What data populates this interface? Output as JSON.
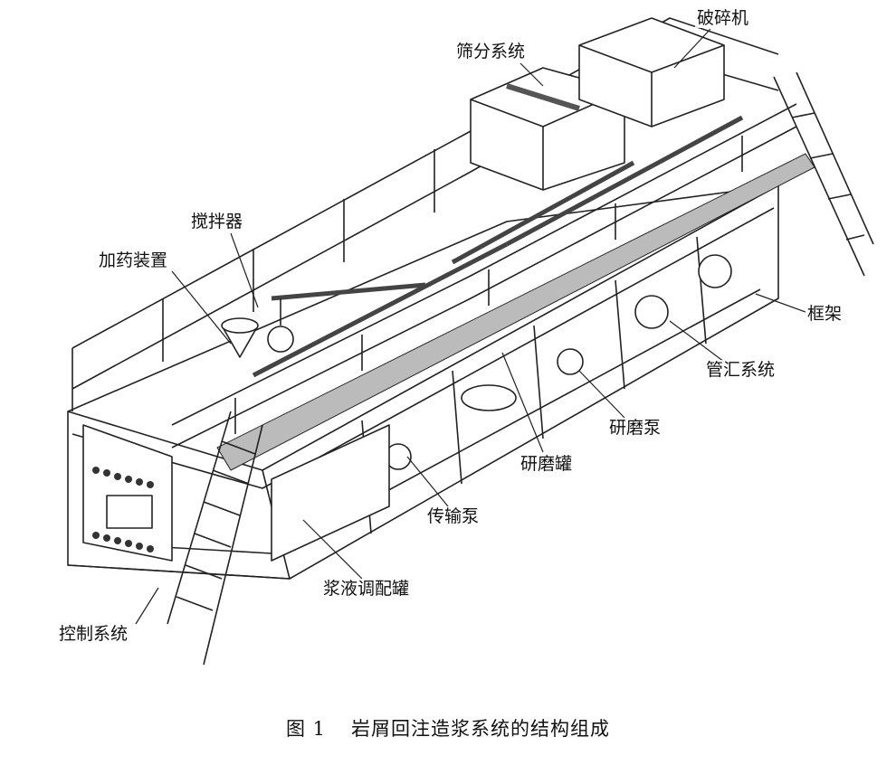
{
  "figure": {
    "labels": {
      "sieve": "筛分系统",
      "crusher": "破碎机",
      "mixer": "搅拌器",
      "dosing": "加药装置",
      "frame": "框架",
      "manifold": "管汇系统",
      "grind_pump": "研磨泵",
      "grind_tank": "研磨罐",
      "transfer_pump": "传输泵",
      "slurry_tank": "浆液调配罐",
      "control": "控制系统"
    },
    "caption": {
      "number": "图 1",
      "title": "岩屑回注造浆系统的结构组成"
    }
  },
  "colors": {
    "line": "#222222",
    "paper": "#ffffff"
  }
}
